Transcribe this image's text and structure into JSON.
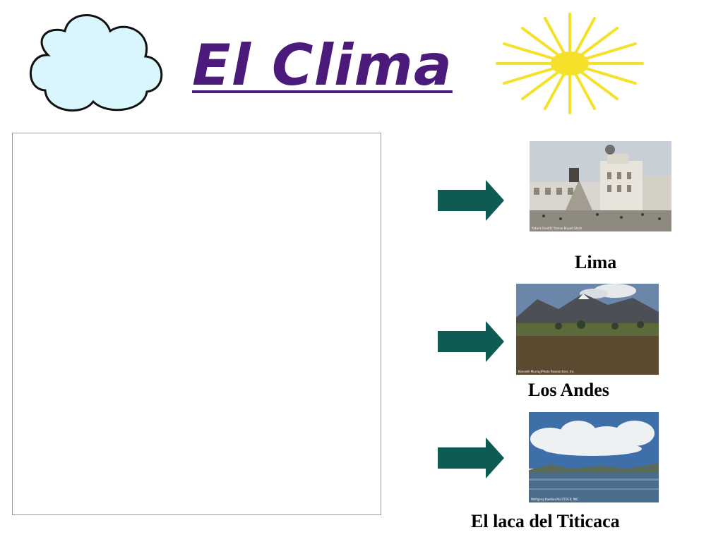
{
  "title": "El Clima",
  "icons": {
    "cloud": "cloud-icon",
    "sun": "sun-icon"
  },
  "colors": {
    "title": "#4b1a7a",
    "arrow": "#0e5b53",
    "sun": "#f6e12a",
    "cloud": "#d8f6fb"
  },
  "places": [
    {
      "label": "Lima",
      "photo_credit": "Robert Fried/D. Donne Bryant Stock"
    },
    {
      "label": "Los Andes",
      "photo_credit": "Kenneth Murray/Photo Researchers, Inc."
    },
    {
      "label": "El laca del Titicaca",
      "photo_credit": "Wolfgang Kaehler/ALLSTOCK, INC."
    }
  ]
}
